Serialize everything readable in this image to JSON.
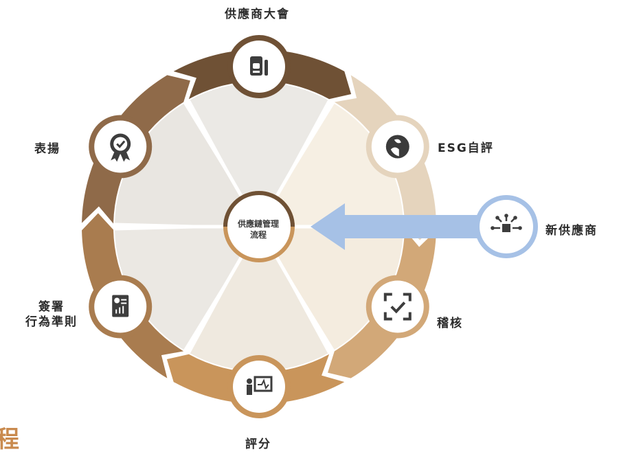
{
  "center": {
    "line1": "供應鏈管理",
    "line2": "流程"
  },
  "stages": [
    {
      "id": "supplier-conference",
      "label": "供應商大會",
      "icon": "document-pen-icon",
      "color": "#6f5135"
    },
    {
      "id": "esg-self-assessment",
      "label": "ESG自評",
      "icon": "globe-plant-icon",
      "color": "#e5d4bd"
    },
    {
      "id": "audit",
      "label": "稽核",
      "icon": "scan-check-icon",
      "color": "#d2a878"
    },
    {
      "id": "scoring",
      "label": "評分",
      "icon": "presentation-chart-icon",
      "color": "#c9955b"
    },
    {
      "id": "code-of-conduct",
      "label_line1": "簽署",
      "label_line2": "行為準則",
      "icon": "report-document-icon",
      "color": "#a97c4f"
    },
    {
      "id": "commendation",
      "label": "表揚",
      "icon": "award-badge-icon",
      "color": "#8f6a49"
    }
  ],
  "new_supplier": {
    "label": "新供應商",
    "icon": "network-box-icon",
    "color": "#a6c1e6"
  },
  "corner_title": "程"
}
